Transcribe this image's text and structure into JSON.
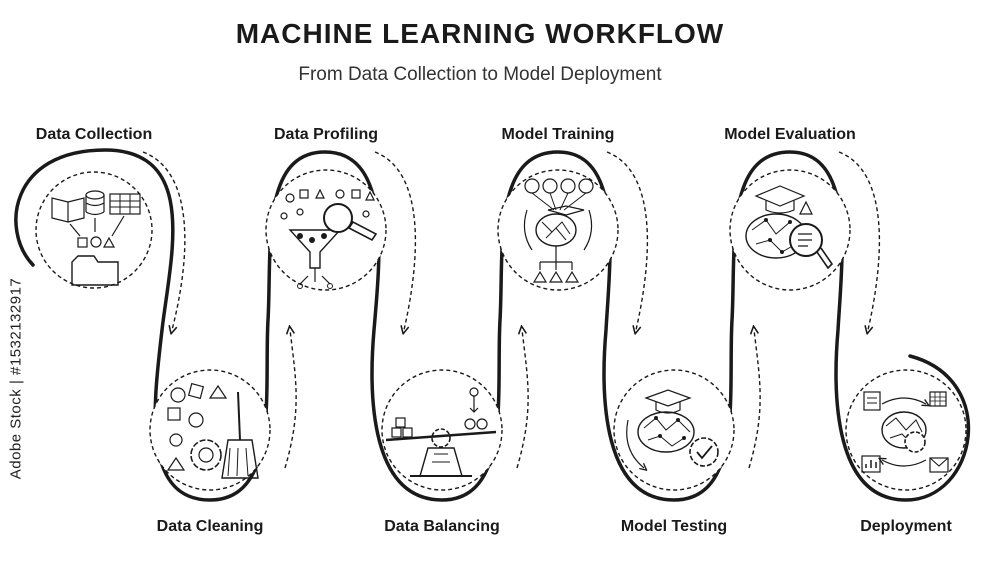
{
  "header": {
    "title": "MACHINE LEARNING WORKFLOW",
    "subtitle": "From Data Collection to Model Deployment"
  },
  "watermark": "Adobe Stock | #1532132917",
  "steps": [
    {
      "label": "Data Collection"
    },
    {
      "label": "Data Cleaning"
    },
    {
      "label": "Data Profiling"
    },
    {
      "label": "Data Balancing"
    },
    {
      "label": "Model Training"
    },
    {
      "label": "Model Testing"
    },
    {
      "label": "Model Evaluation"
    },
    {
      "label": "Deployment"
    }
  ],
  "colors": {
    "stroke": "#1a1a1a",
    "background": "#ffffff"
  }
}
